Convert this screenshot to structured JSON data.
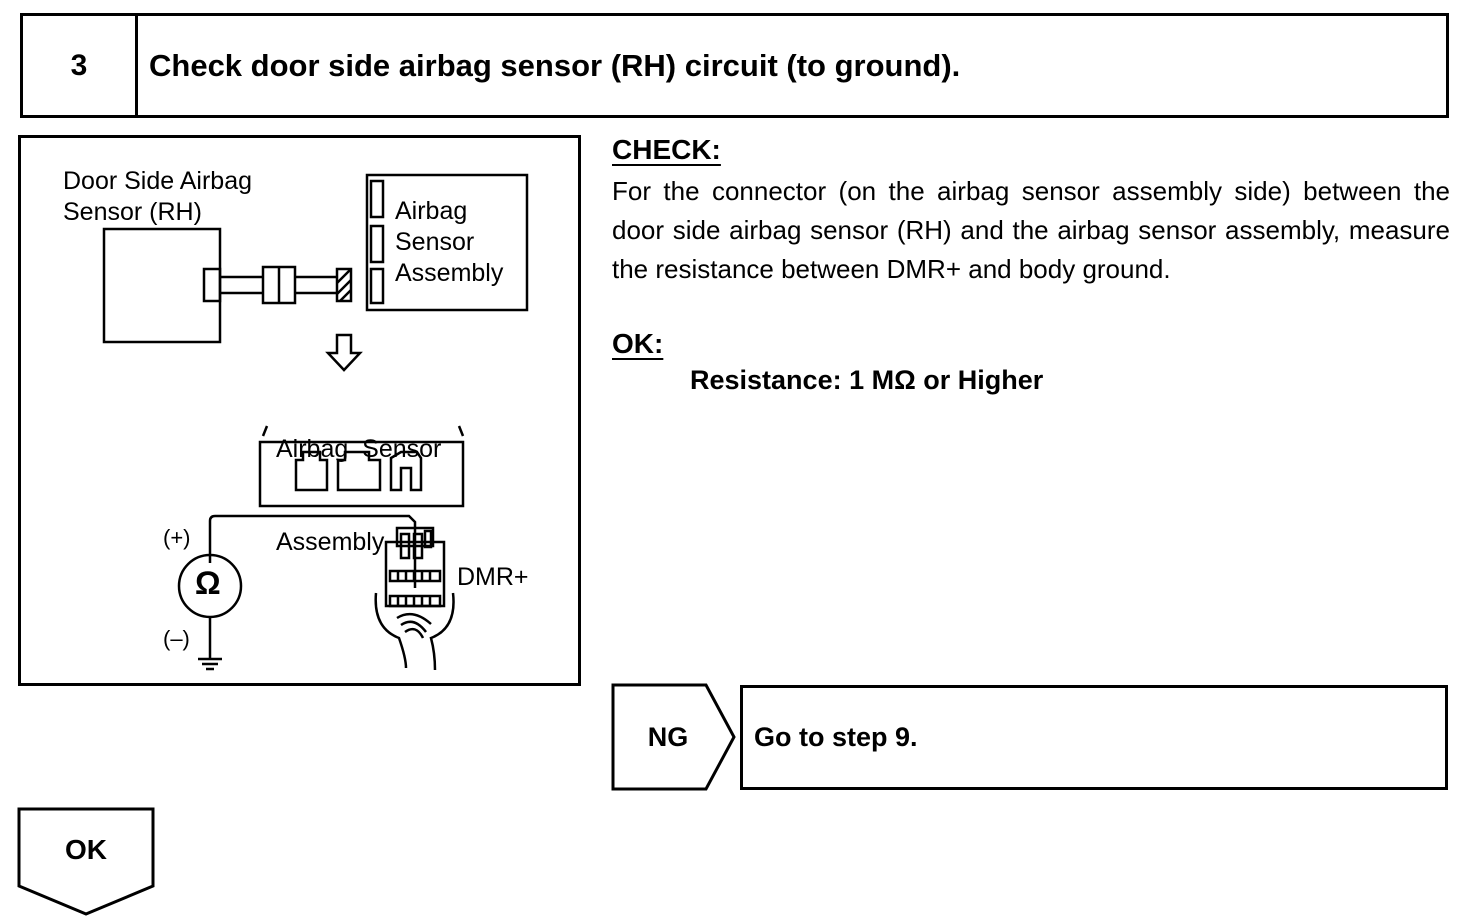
{
  "header": {
    "step_number": "3",
    "title": "Check door side airbag sensor (RH) circuit (to ground)."
  },
  "diagram": {
    "door_sensor_label": [
      "Door Side Airbag",
      "Sensor (RH)"
    ],
    "airbag_box_label": [
      "Airbag",
      "Sensor",
      "Assembly"
    ],
    "airbag_assembly_label": [
      "Airbag  Sensor",
      "Assembly"
    ],
    "meter_plus": "(+)",
    "meter_minus": "(–)",
    "meter_symbol": "Ω",
    "terminal_label": "DMR+"
  },
  "check": {
    "heading": "CHECK:",
    "body": "For the connector (on the airbag sensor assembly side) between the door side airbag sensor (RH) and the airbag sensor assembly, measure the resistance between DMR+ and body ground."
  },
  "ok_spec": {
    "heading": "OK:",
    "value": "Resistance: 1 MΩ or Higher"
  },
  "ng": {
    "label": "NG",
    "action": "Go to step 9."
  },
  "ok_result": {
    "label": "OK"
  }
}
